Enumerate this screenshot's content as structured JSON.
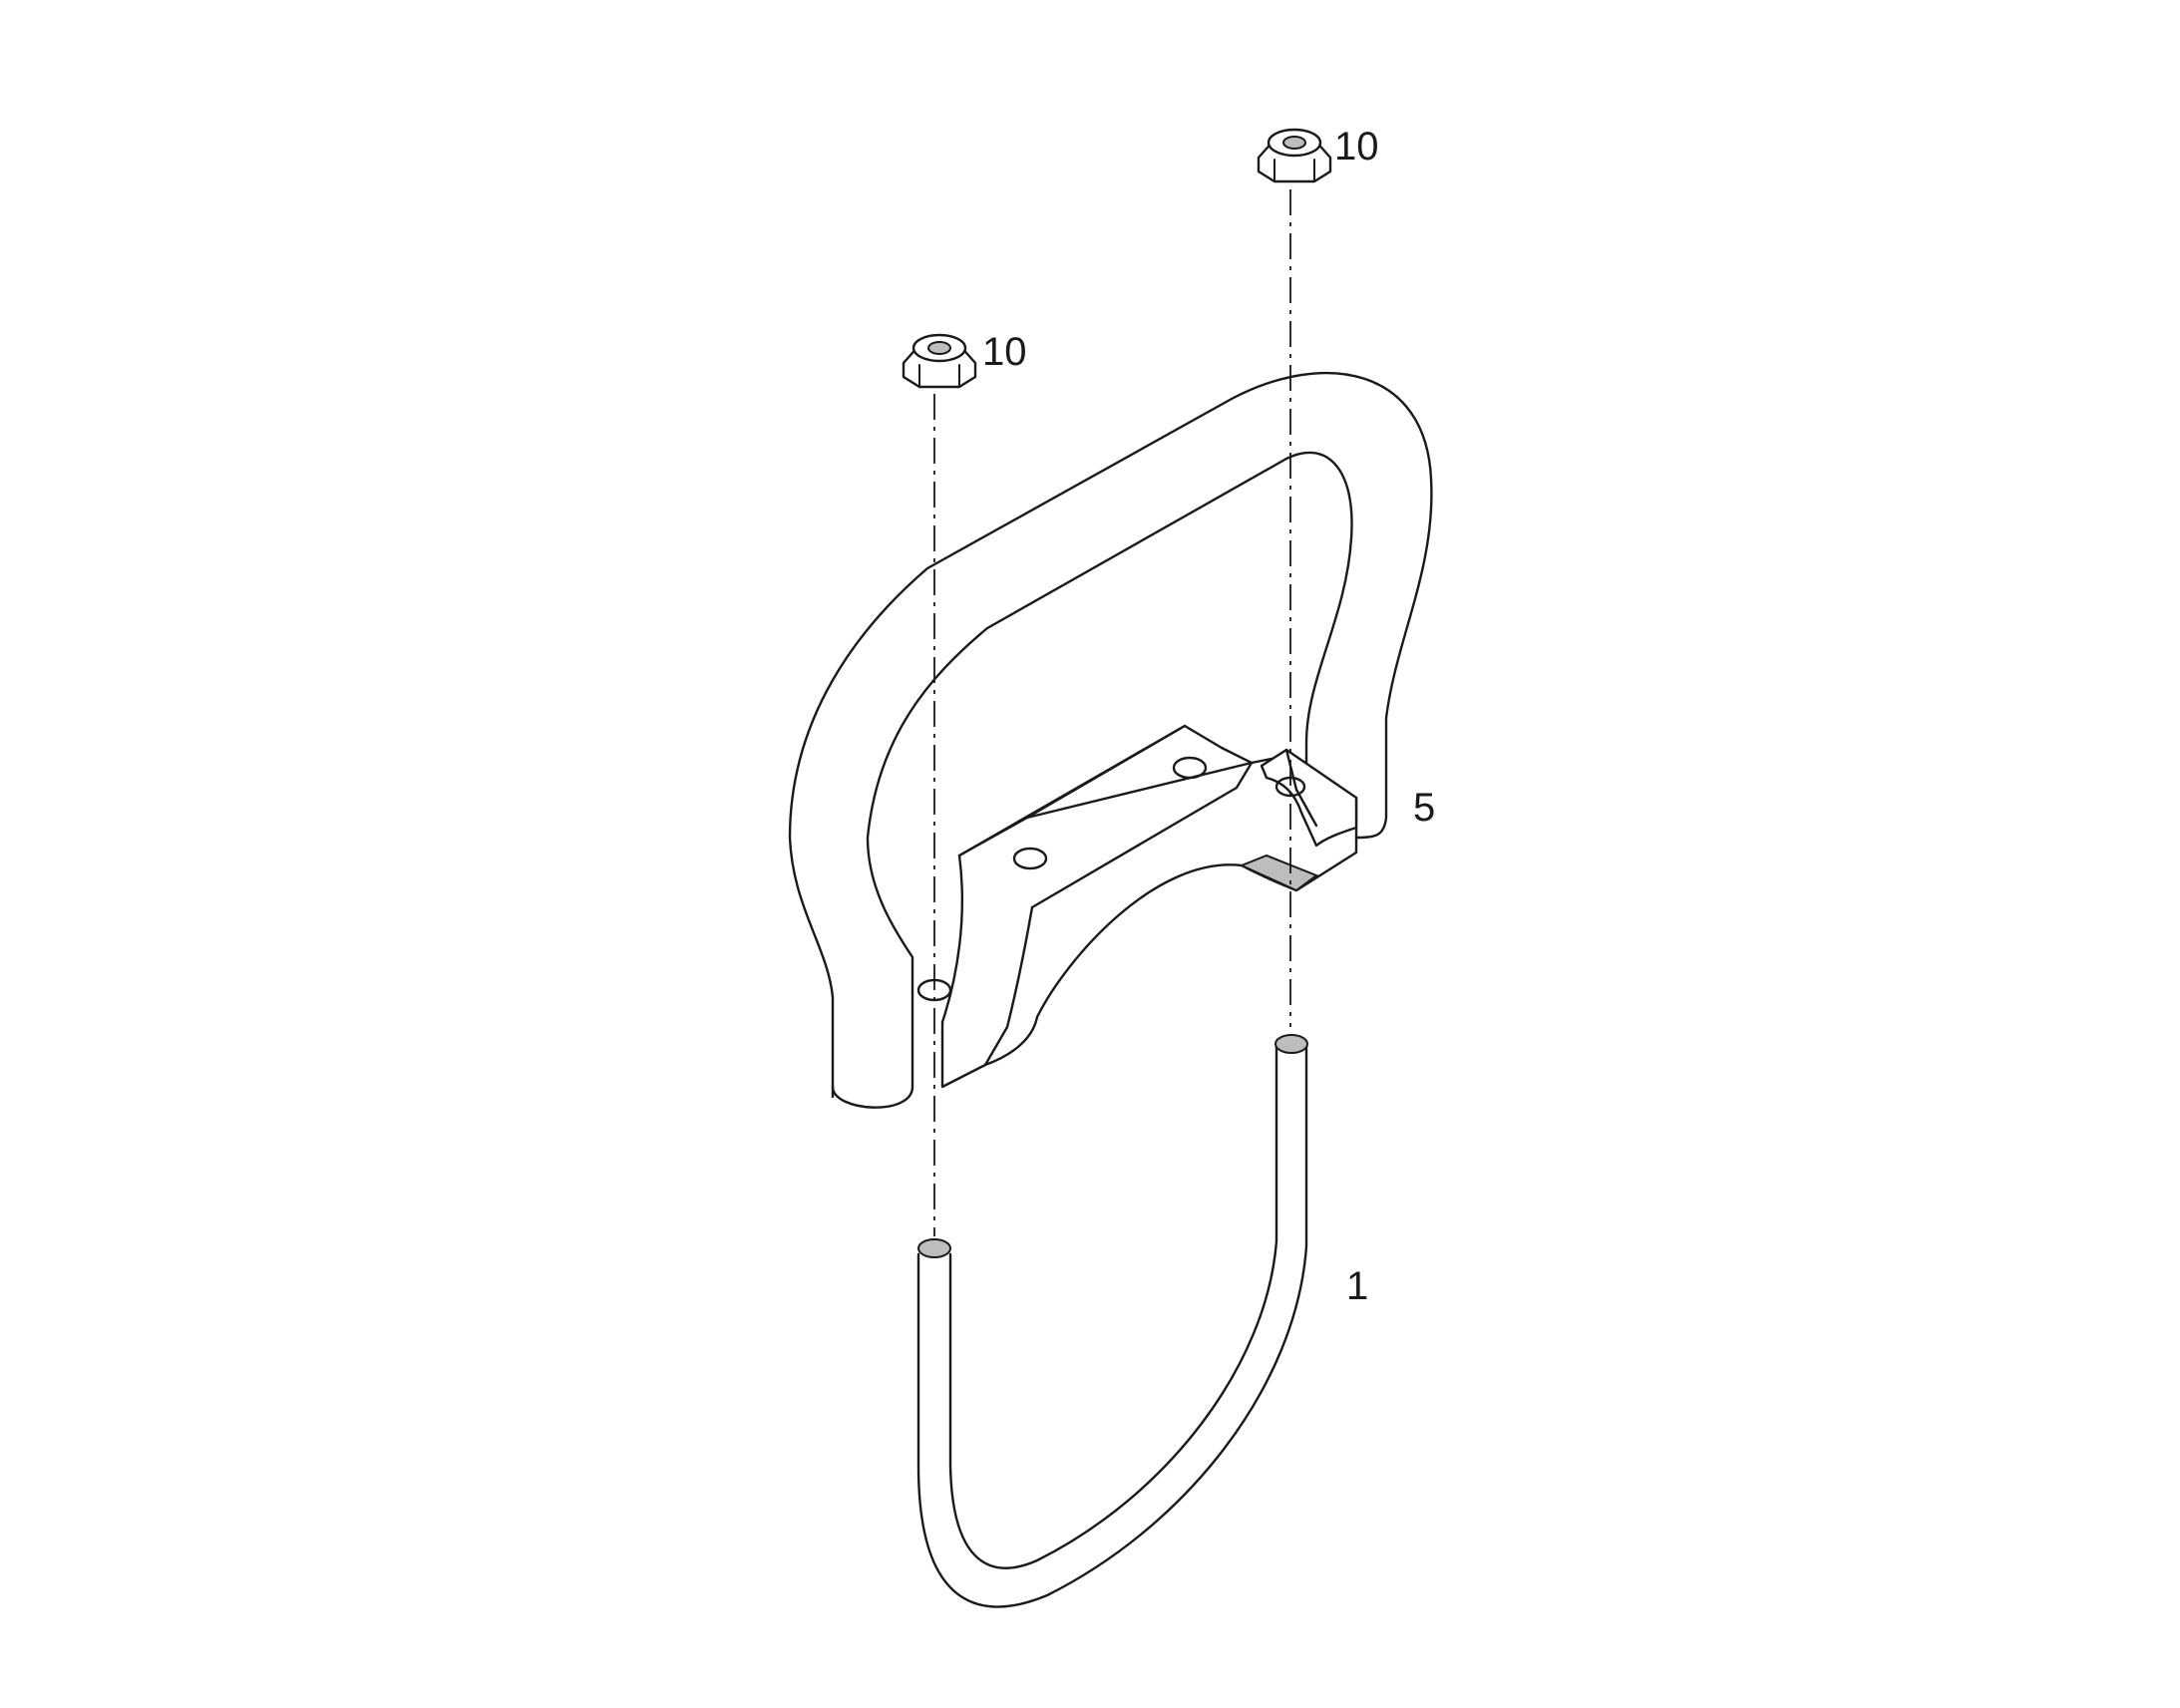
{
  "callouts": {
    "nut_right": "10",
    "nut_left": "10",
    "clamp": "5",
    "u_bolt": "1"
  },
  "colors": {
    "line": "#1a1a1a",
    "shade": "#bdbdbd",
    "background": "#ffffff"
  }
}
